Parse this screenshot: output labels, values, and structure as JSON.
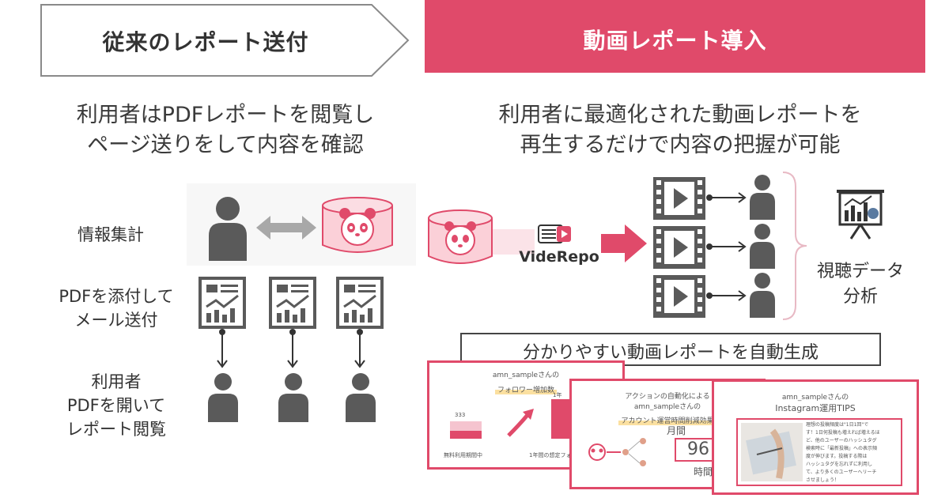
{
  "left": {
    "header": "従来のレポート送付",
    "subtitle_lines": [
      "利用者はPDFレポートを閲覧し",
      "ページ送りをして内容を確認"
    ],
    "labels": {
      "info": "情報集計",
      "pdf_lines": [
        "PDFを添付して",
        "メール送付"
      ],
      "user_lines": [
        "利用者",
        "PDFを開いて",
        "レポート閲覧"
      ]
    }
  },
  "right": {
    "header": "動画レポート導入",
    "subtitle_lines": [
      "利用者に最適化された動画レポートを",
      "再生するだけで内容の把握が可能"
    ],
    "logo": "VideRepo",
    "analysis_lines": [
      "視聴データ",
      "分析"
    ],
    "autogen": "分かりやすい動画レポートを自動生成"
  },
  "slides": [
    {
      "account": "amn_sampleさんの",
      "title": "フォロワー増加数",
      "bar_value": "333",
      "caption_left": "無料利用期間中",
      "caption_right": "1年間の想定フォ",
      "small_top": "1年"
    },
    {
      "pre": "アクションの自動化による",
      "account": "amn_sampleさんの",
      "title": "アカウント運営時間削減効果",
      "period": "月間",
      "number": "96",
      "unit": "時間"
    },
    {
      "account": "amn_sampleさんの",
      "title": "Instagram運用TIPS",
      "tips_lines": [
        "理想の投稿頻度は\"1日1回\"で",
        "す！1日何投稿も増えれば増えるほ",
        "ど、他のユーザーのハッシュタグ",
        "検索時に「最新投稿」への表示頻",
        "度が伸びます。投稿する際は",
        "ハッシュタグを忘れずに利用し",
        "て、より多くのユーザーへリーチ",
        "させましょう！"
      ]
    }
  ],
  "colors": {
    "accent": "#e04a6a",
    "icon_gray": "#5a5a5a",
    "light_gray": "#aaaaaa"
  }
}
